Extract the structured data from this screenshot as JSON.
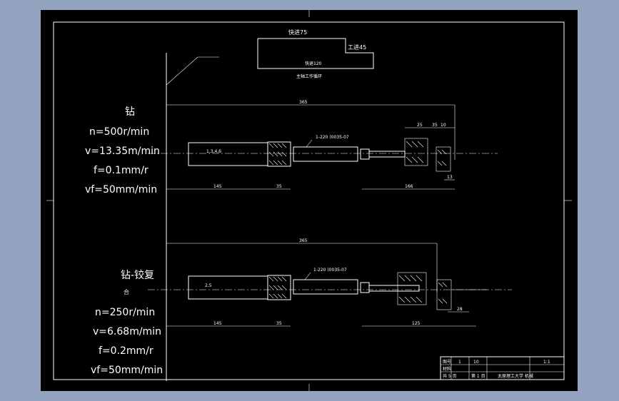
{
  "top_stages": {
    "label_top": "快进75",
    "label_mid": "工进45",
    "label_bottom": "快退120",
    "label_cycle": "主轴工作循环"
  },
  "stage1": {
    "title": "钻",
    "params": [
      "n=500r/min",
      "v=13.35m/min",
      "f=0.1mm/r",
      "vf=50mm/min"
    ],
    "tool_code": "1,3,4,6",
    "dim_total": "365",
    "dim_left": "145",
    "dim_mid": "35",
    "dim_right": "166",
    "dim_small": "13",
    "thread_spec": "1-220 (0035-07",
    "dims_top": [
      "25",
      "35",
      "10"
    ]
  },
  "stage2": {
    "title": "钻-铰复",
    "title_cont": "合",
    "params": [
      "n=250r/min",
      "v=6.68m/min",
      "f=0.2mm/r",
      "vf=50mm/min"
    ],
    "tool_code": "2,5",
    "dim_total": "365",
    "dim_left": "145",
    "dim_mid": "35",
    "dim_right": "125",
    "dim_small": "28",
    "thread_spec": "1-220 (0035-07"
  },
  "title_block": {
    "r1c1": "图号",
    "r1c2": "1",
    "r1c3": "10",
    "scale": "1:1",
    "r2c1": "材料",
    "r3c1": "共 5 页",
    "r3c2": "第 1 页",
    "company": "太原理工大学 机械"
  },
  "colors": {
    "background": "#94a3bf",
    "sheet": "#000000",
    "lines": "#ffffff"
  }
}
